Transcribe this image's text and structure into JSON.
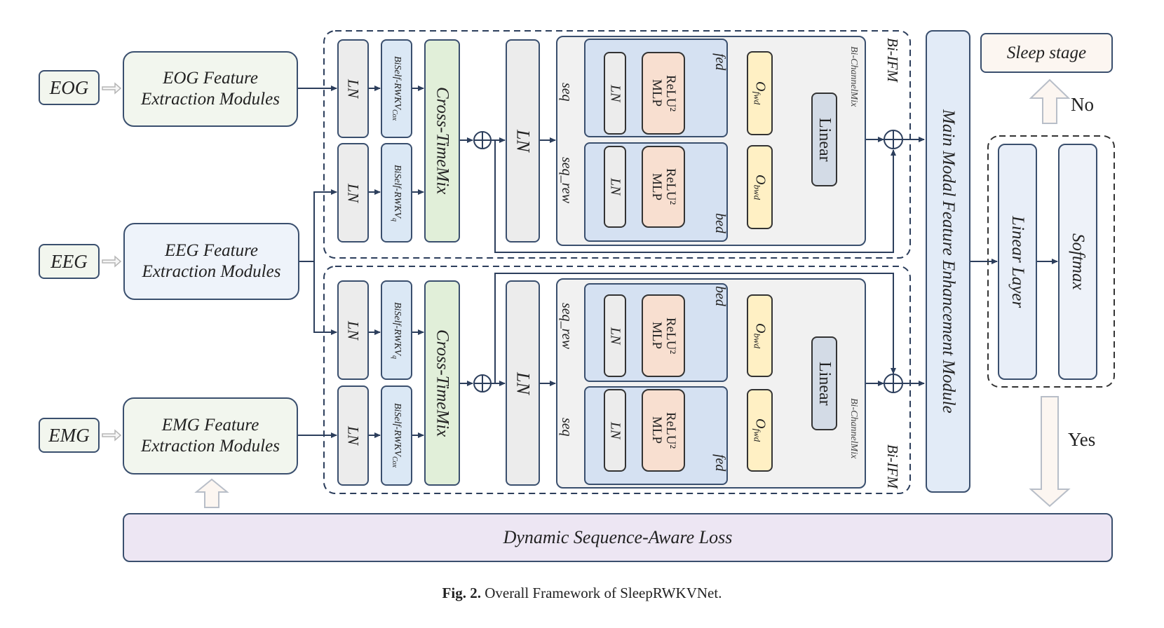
{
  "inputs": {
    "eog": "EOG",
    "eeg": "EEG",
    "emg": "EMG"
  },
  "feature_extractors": {
    "eog": [
      "EOG Feature",
      "Extraction Modules"
    ],
    "eeg": [
      "EEG Feature",
      "Extraction Modules"
    ],
    "emg": [
      "EMG Feature",
      "Extraction Modules"
    ]
  },
  "bi_ifm_top": {
    "label": "Bi-IFM",
    "ln_a": "LN",
    "ln_b": "LN",
    "rwkv_a": "BiSelf-RWKV",
    "rwkv_a_sub": "Cox",
    "rwkv_b": "BiSelf-RWKV",
    "rwkv_b_sub": "q",
    "cross_time_mix": "Cross-TimeMix",
    "ln_main": "LN",
    "channel_mix": {
      "label": "Bi-ChannelMix",
      "seq_a": "seq",
      "seq_b": "seq_rew",
      "ln_a": "LN",
      "ln_b": "LN",
      "mlp_line1": "ReLU²",
      "mlp_line2": "MLP",
      "skip_a": "fed",
      "skip_b": "bed",
      "out_a": "O",
      "out_a_sub": "fwd",
      "out_b": "O",
      "out_b_sub": "bwd",
      "linear": "Linear"
    }
  },
  "bi_ifm_bottom": {
    "label": "Bi-IFM",
    "ln_a": "LN",
    "ln_b": "LN",
    "rwkv_a": "BiSelf-RWKV",
    "rwkv_a_sub": "q",
    "rwkv_b": "BiSelf-RWKV",
    "rwkv_b_sub": "Cox",
    "cross_time_mix": "Cross-TimeMix",
    "ln_main": "LN",
    "channel_mix": {
      "label": "Bi-ChannelMix",
      "seq_a": "seq_rew",
      "seq_b": "seq",
      "ln_a": "LN",
      "ln_b": "LN",
      "mlp_line1": "ReLU²",
      "mlp_line2": "MLP",
      "skip_a": "bed",
      "skip_b": "fed",
      "out_a": "O",
      "out_a_sub": "bwd",
      "out_b": "O",
      "out_b_sub": "fwd",
      "linear": "Linear"
    }
  },
  "main_modal": "Main Modal Feature Enhancement Module",
  "classifier": {
    "linear_layer": "Linear Layer",
    "softmax": "Softmax"
  },
  "output": "Sleep stage",
  "decision": {
    "no": "No",
    "yes": "Yes"
  },
  "loss": "Dynamic Sequence-Aware Loss",
  "caption": {
    "prefix": "Fig. 2.",
    "text": "Overall Framework of SleepRWKVNet."
  }
}
